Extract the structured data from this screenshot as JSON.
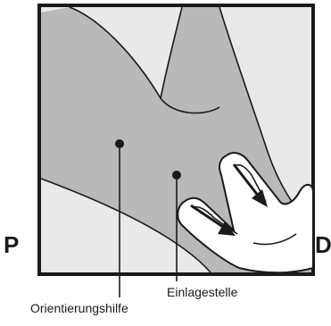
{
  "directions": {
    "left": "P",
    "right": "D"
  },
  "labels": {
    "orientation_aid": "Orientierungshilfe",
    "insertion_site": "Einlagestelle"
  },
  "colors": {
    "background": "#e9e9e9",
    "limb": "#b9b9b9",
    "hand": "#ffffff",
    "outline": "#1a1a1a"
  }
}
